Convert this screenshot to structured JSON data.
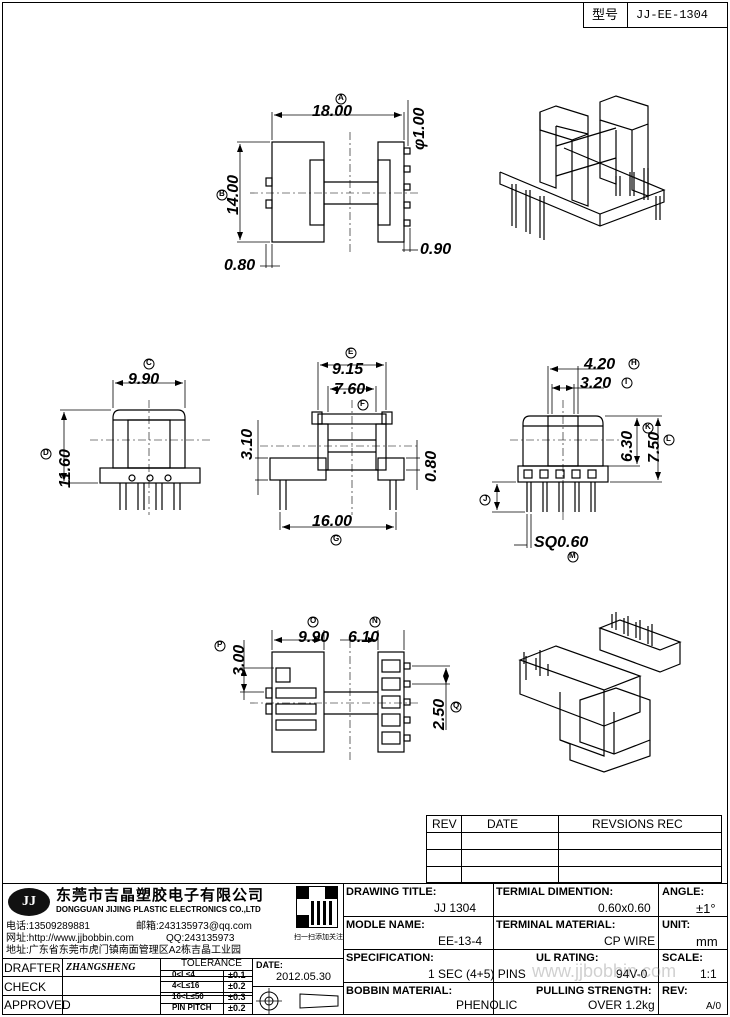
{
  "model_box": {
    "label": "型号",
    "value": "JJ-EE-1304"
  },
  "dims": {
    "d18": "18.00",
    "d14": "14.00",
    "dphi1": "φ1.00",
    "d080a": "0.80",
    "d090": "0.90",
    "d990a": "9.90",
    "d1160": "11.60",
    "d915": "9.15",
    "d760": "7.60",
    "d310": "3.10",
    "d080b": "0.80",
    "d1600": "16.00",
    "d420": "4.20",
    "d320": "3.20",
    "d630": "6.30",
    "d750": "7.50",
    "sq060": "SQ0.60",
    "d300": "3.00",
    "d990b": "9.90",
    "d610": "6.10",
    "d250": "2.50"
  },
  "markers": [
    "A",
    "B",
    "C",
    "D",
    "E",
    "F",
    "G",
    "H",
    "I",
    "J",
    "K",
    "L",
    "M",
    "N",
    "O",
    "P",
    "Q"
  ],
  "rev_table": {
    "rev": "REV",
    "date": "DATE",
    "rec": "REVSIONS REC"
  },
  "company": {
    "logo": "JJ",
    "name_cn": "东莞市吉晶塑胶电子有限公司",
    "name_en": "DONGGUAN JIJING PLASTIC ELECTRONICS CO.,LTD",
    "tel": "电话:13509289881",
    "email": "邮箱:243135973@qq.com",
    "web": "网址:http://www.jjbobbin.com",
    "qq": "QQ:243135973",
    "addr": "地址:广东省东莞市虎门镇南面管理区A2栋吉晶工业园",
    "qr_caption": "扫一扫添加关注"
  },
  "title_block": {
    "drawing_title_label": "DRAWING TITLE:",
    "drawing_title": "JJ 1304",
    "terminal_dim_label": "TERMIAL DIMENTION:",
    "terminal_dim": "0.60x0.60",
    "angle_label": "ANGLE:",
    "angle": "±1°",
    "model_name_label": "MODLE NAME:",
    "model_name": "EE-13-4",
    "terminal_mat_label": "TERMINAL MATERIAL:",
    "terminal_mat": "CP WIRE",
    "unit_label": "UNIT:",
    "unit": "mm",
    "spec_label": "SPECIFICATION:",
    "spec": "1 SEC (4+5) PINS",
    "ul_label": "UL RATING:",
    "ul": "94V-0",
    "scale_label": "SCALE:",
    "scale": "1:1",
    "bobbin_label": "BOBBIN MATERIAL:",
    "bobbin": "PHENOLIC",
    "pull_label": "PULLING STRENGTH:",
    "pull": "OVER 1.2kg",
    "rev_label": "REV:",
    "rev": "A/0",
    "drafter_label": "DRAFTER",
    "drafter": "ZHANGSHENG",
    "check_label": "CHECK",
    "approved_label": "APPROVED",
    "tol_label": "TOLERANCE",
    "tol_rows": [
      [
        "0<L≤4",
        "±0.1"
      ],
      [
        "4<L≤16",
        "±0.2"
      ],
      [
        "16<L≤50",
        "±0.3"
      ],
      [
        "PIN PITCH",
        "±0.2"
      ]
    ],
    "date_label": "DATE:",
    "date": "2012.05.30"
  },
  "watermark": "www.jjbobbin.com"
}
